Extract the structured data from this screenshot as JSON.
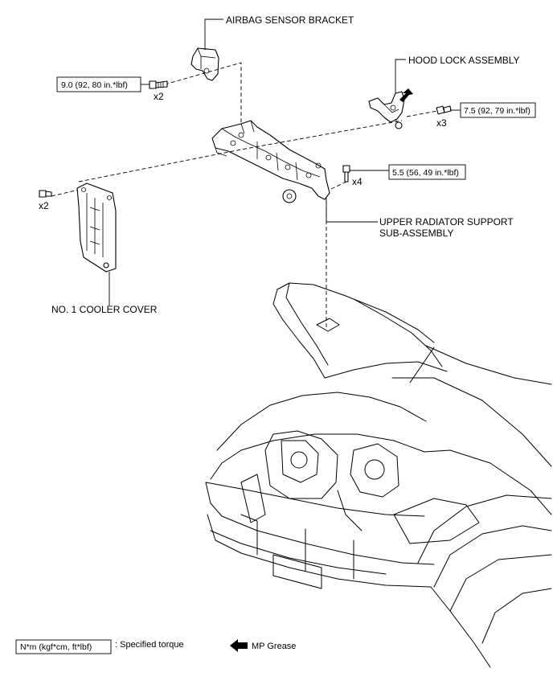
{
  "labels": {
    "airbag_sensor_bracket": "AIRBAG SENSOR BRACKET",
    "hood_lock_assembly": "HOOD LOCK ASSEMBLY",
    "upper_radiator_support_line1": "UPPER RADIATOR SUPPORT",
    "upper_radiator_support_line2": "SUB-ASSEMBLY",
    "no1_cooler_cover": "NO. 1 COOLER COVER"
  },
  "torques": {
    "bracket_bolt": "9.0 (92, 80 in.*lbf)",
    "hood_lock_bolt": "7.5 (92, 79 in.*lbf)",
    "support_bolt": "5.5 (56, 49 in.*lbf)"
  },
  "quantities": {
    "bracket_bolt": "x2",
    "hood_lock_bolt": "x3",
    "support_bolt": "x4",
    "cooler_clip": "x2"
  },
  "legend": {
    "torque_unit": "N*m (kgf*cm, ft*lbf)",
    "torque_desc": ": Specified torque",
    "grease_desc": "MP Grease"
  },
  "icons": {
    "grease_arrow": "left-arrow-icon"
  }
}
